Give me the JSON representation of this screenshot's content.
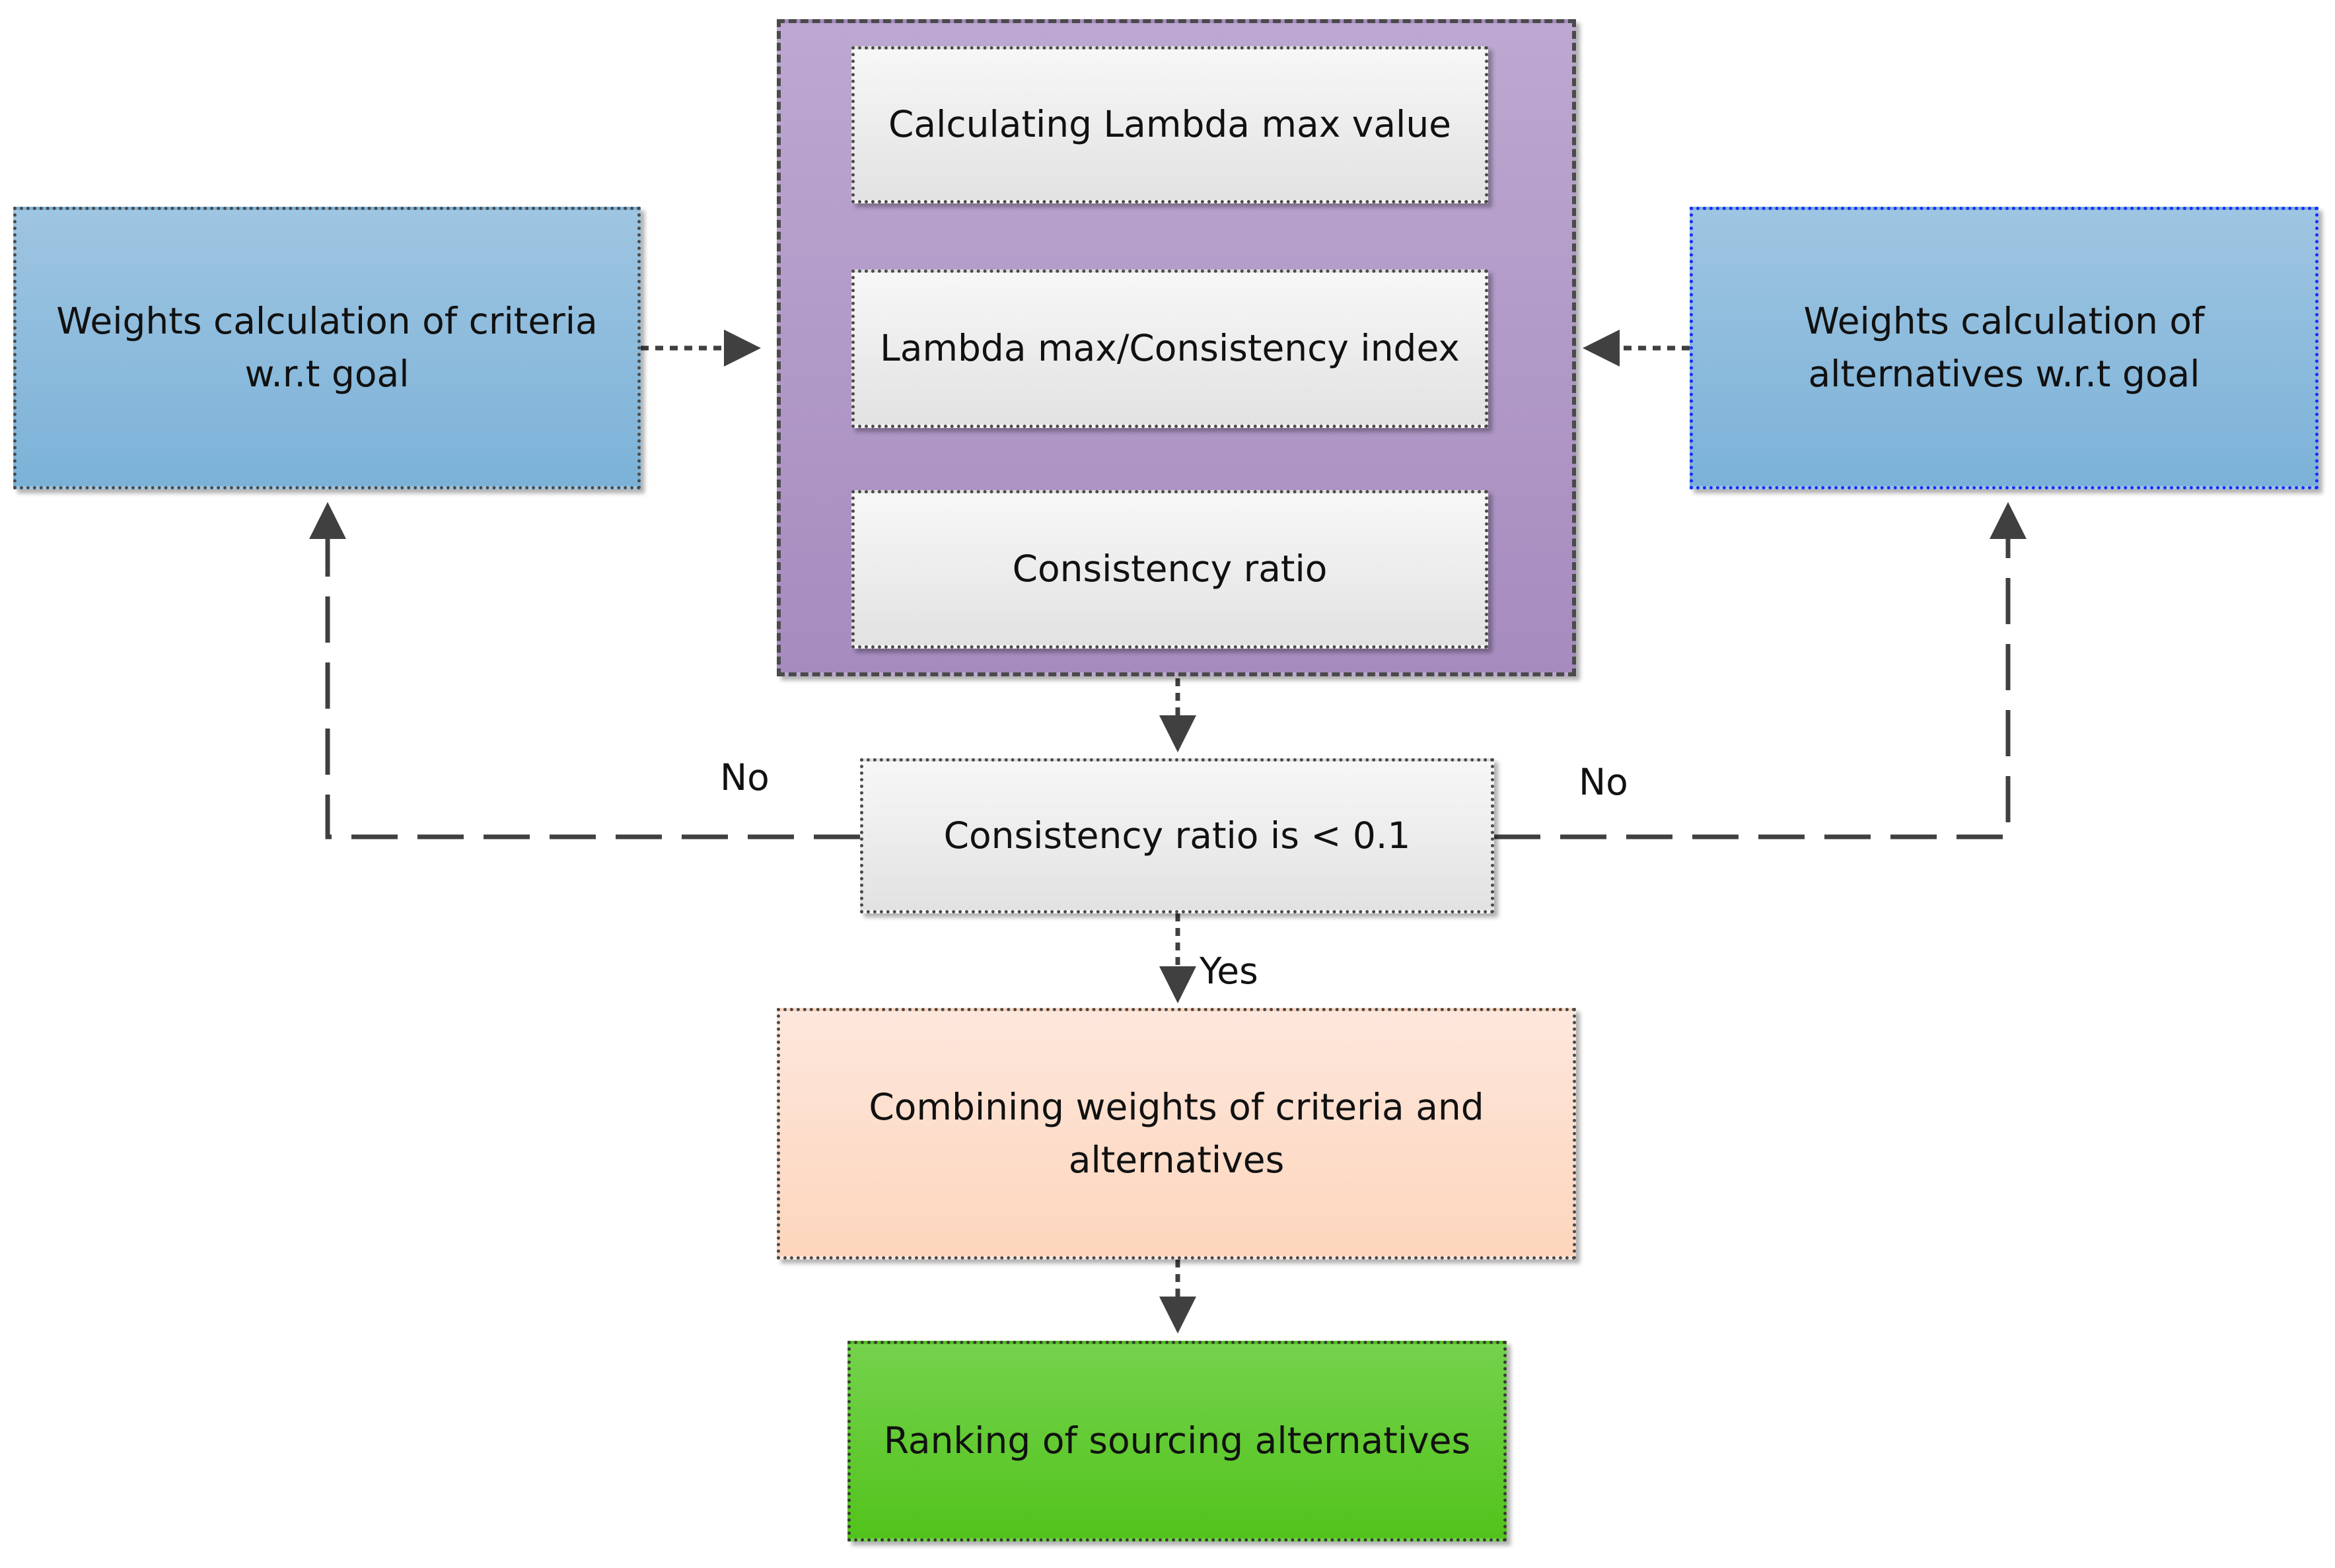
{
  "nodes": {
    "lambda_max": "Calculating Lambda max value",
    "lambda_ci": "Lambda max/Consistency index",
    "consistency_ratio": "Consistency ratio",
    "criteria_weights": "Weights calculation of criteria\nw.r.t goal",
    "alternatives_weights": "Weights calculation of\nalternatives w.r.t goal",
    "cr_check": "Consistency ratio is  < 0.1",
    "combine": "Combining weights of criteria and\nalternatives",
    "ranking": "Ranking of sourcing alternatives"
  },
  "edge_labels": {
    "no_left": "No",
    "no_right": "No",
    "yes": "Yes"
  },
  "colors": {
    "process_box": "#ebebeb",
    "input_box": "#8bbcdd",
    "consistency_group": "#b39bc8",
    "combine_box": "#fddcc8",
    "result_box": "#5fca2e",
    "connector": "#404040",
    "alt_box_border": "#1a2bff"
  }
}
